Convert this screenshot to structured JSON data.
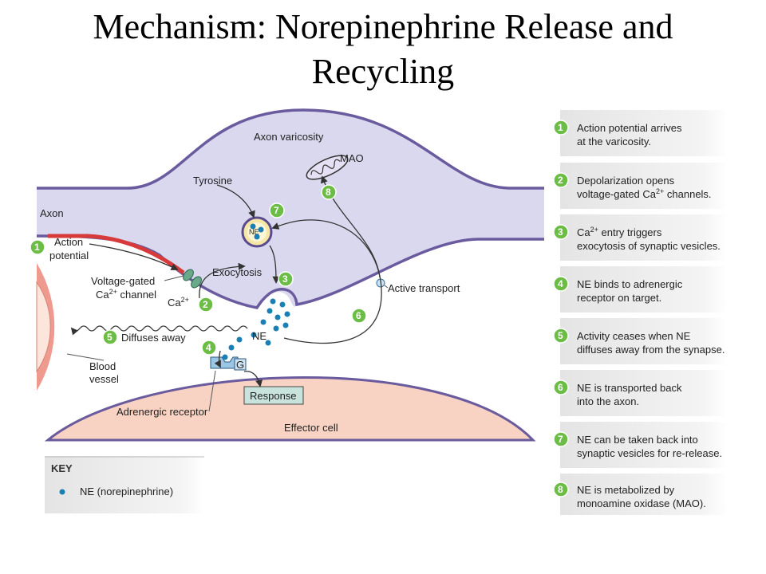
{
  "title": "Mechanism: Norepinephrine Release and Recycling",
  "labels": {
    "axon_varicosity": "Axon varicosity",
    "axon": "Axon",
    "mao": "MAO",
    "tyrosine": "Tyrosine",
    "ne_vesicle": "NE",
    "action_potential_1": "Action",
    "action_potential_2": "potential",
    "vg_channel_1": "Voltage-gated",
    "vg_channel_2a": "Ca",
    "vg_channel_2sup": "2+",
    "vg_channel_2b": " channel",
    "ca_ion": "Ca",
    "ca_ion_sup": "2+",
    "exocytosis": "Exocytosis",
    "active_transport": "Active transport",
    "ne_released": "NE",
    "diffuses_away": "Diffuses away",
    "blood_vessel_1": "Blood",
    "blood_vessel_2": "vessel",
    "g_protein": "G",
    "response": "Response",
    "adrenergic_receptor": "Adrenergic receptor",
    "effector_cell": "Effector cell"
  },
  "badges": [
    "1",
    "2",
    "3",
    "4",
    "5",
    "6",
    "7",
    "8"
  ],
  "key": {
    "title": "KEY",
    "item": "NE (norepinephrine)"
  },
  "steps": [
    {
      "num": "1",
      "line1": "Action potential arrives",
      "line2": "at the varicosity."
    },
    {
      "num": "2",
      "line1": "Depolarization opens",
      "line2a": "voltage-gated Ca",
      "line2sup": "2+",
      "line2b": " channels."
    },
    {
      "num": "3",
      "line1a": "Ca",
      "line1sup": "2+",
      "line1b": " entry triggers",
      "line2": "exocytosis of synaptic vesicles."
    },
    {
      "num": "4",
      "line1": "NE binds to adrenergic",
      "line2": "receptor on target."
    },
    {
      "num": "5",
      "line1": "Activity ceases when NE",
      "line2": "diffuses away from the synapse."
    },
    {
      "num": "6",
      "line1": "NE is transported back",
      "line2": "into the axon."
    },
    {
      "num": "7",
      "line1": "NE can be taken back into",
      "line2": "synaptic vesicles for re-release."
    },
    {
      "num": "8",
      "line1": "NE is metabolized by",
      "line2": "monoamine oxidase (MAO)."
    }
  ],
  "colors": {
    "axon_fill": "#d9d8ee",
    "axon_stroke": "#6a5a9e",
    "effector_fill": "#f8d2c2",
    "vessel_wall": "#ee9a8e",
    "vessel_lumen": "#fce6dc",
    "badge": "#6bbd45",
    "ne_dot": "#1a7fb3",
    "panel": "#ebebeb",
    "action_potential": "#d73a3a",
    "channel": "#6aa88a"
  }
}
